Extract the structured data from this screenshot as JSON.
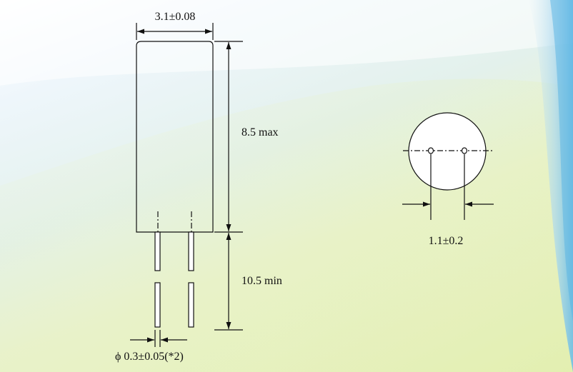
{
  "labels": {
    "width_dim": "3.1±0.08",
    "height_dim": "8.5 max",
    "lead_length_dim": "10.5 min",
    "lead_diameter_dim": "ϕ 0.3±0.05(*2)",
    "pitch_dim": "1.1±0.2"
  },
  "colors": {
    "line": "#111111",
    "circle_fill": "#ffffff",
    "accent_blue": "#7fc6ea",
    "accent_green": "#d6e8a0"
  }
}
